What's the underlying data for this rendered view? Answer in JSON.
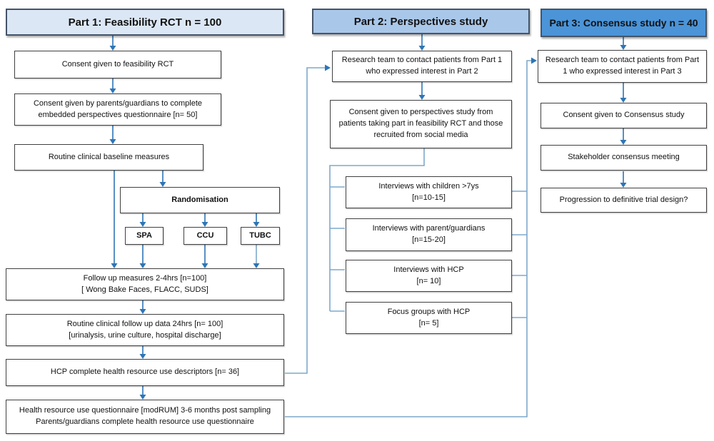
{
  "colors": {
    "background": "#ffffff",
    "part1_header_fill": "#dbe7f5",
    "part2_header_fill": "#a9c7e9",
    "part3_header_fill": "#4b94d8",
    "header_border": "#44546a",
    "box_border": "#404040",
    "arrow_dark": "#2e75b6",
    "arrow_light": "#7fa8cb"
  },
  "part1": {
    "header": "Part 1: Feasibility RCT n = 100",
    "consent_rct": "Consent given to feasibility RCT",
    "consent_parents": "Consent given by parents/guardians to complete\nembedded perspectives questionnaire [n= 50]",
    "baseline": "Routine clinical baseline measures",
    "randomisation": "Randomisation",
    "arm_spa": "SPA",
    "arm_ccu": "CCU",
    "arm_tubc": "TUBC",
    "followup_2_4hrs": "Follow up measures 2-4hrs [n=100]\n[ Wong Bake Faces, FLACC, SUDS]",
    "followup_24hrs": "Routine clinical follow up data 24hrs [n= 100]\n[urinalysis, urine culture, hospital discharge]",
    "hcp_descriptors": "HCP complete health resource use descriptors [n= 36]",
    "resource_questionnaire": "Health resource use questionnaire [modRUM]  3-6 months post sampling\nParents/guardians complete health resource use questionnaire"
  },
  "part2": {
    "header": "Part 2: Perspectives study",
    "contact_patients": "Research team to contact patients from Part 1\nwho expressed interest in Part 2",
    "consent_perspectives": "Consent given to perspectives study from\npatients taking part in feasibility RCT and those\nrecruited from social media",
    "interviews_children": "Interviews with children >7ys\n[n=10-15]",
    "interviews_parents": "Interviews with parent/guardians\n[n=15-20]",
    "interviews_hcp": "Interviews with HCP\n[n= 10]",
    "focus_groups_hcp": "Focus groups with HCP\n[n= 5]"
  },
  "part3": {
    "header": "Part 3: Consensus study n = 40",
    "contact_patients": "Research team to contact patients from Part\n1 who expressed interest in Part 3",
    "consent_consensus": "Consent given to Consensus study",
    "stakeholder_meeting": "Stakeholder consensus meeting",
    "progression": "Progression to definitive trial design?"
  }
}
